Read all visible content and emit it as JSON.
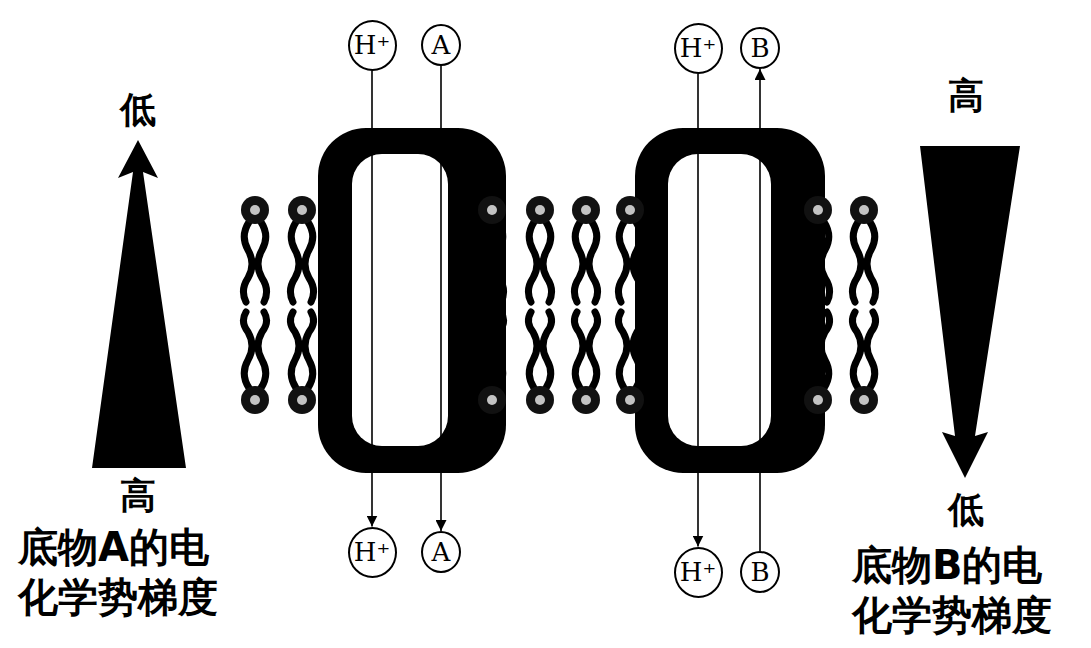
{
  "diagram": {
    "nodes": [
      {
        "text": [
          "H⁺"
        ]
      },
      {
        "text": [
          "A"
        ]
      },
      {
        "text": [
          "H⁺"
        ]
      },
      {
        "text": [
          "B"
        ]
      },
      {
        "text": [
          "H⁺"
        ]
      },
      {
        "text": [
          "A"
        ]
      },
      {
        "text": [
          "H⁺"
        ]
      },
      {
        "text": [
          "B"
        ]
      }
    ],
    "edges": [
      {
        "from": 0,
        "to": 4,
        "arrow": "to"
      },
      {
        "from": 1,
        "to": 5,
        "arrow": "to"
      },
      {
        "from": 2,
        "to": 6,
        "arrow": "to"
      },
      {
        "from": 7,
        "to": 3,
        "arrow": "to"
      }
    ],
    "labels": [
      "低",
      "高",
      "底物A的电化学势梯度",
      "高",
      "低",
      "底物B的电化学势梯度"
    ]
  }
}
